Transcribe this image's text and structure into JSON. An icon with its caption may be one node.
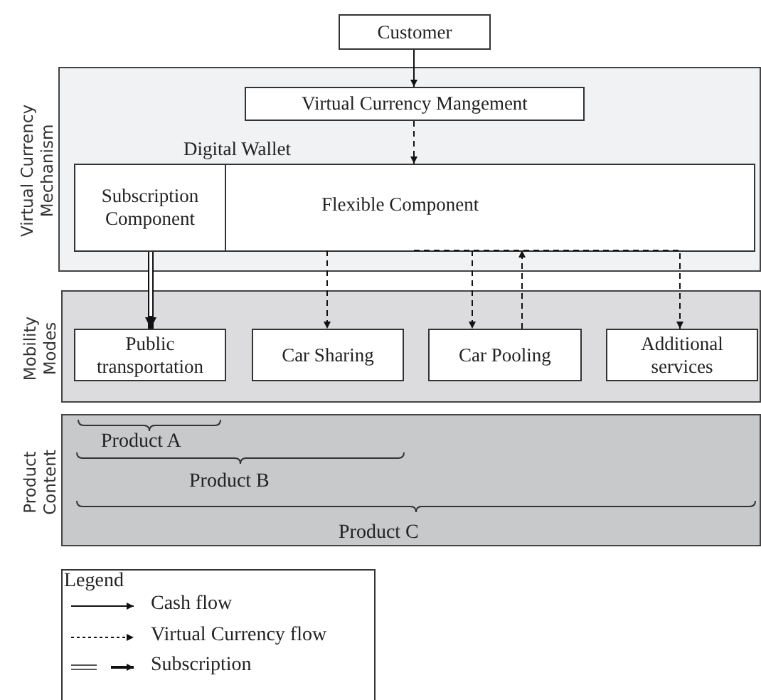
{
  "diagram": {
    "nodes": [
      {
        "text": [
          "Customer"
        ]
      },
      {
        "text": [
          "Virtual Currency Mechanism"
        ]
      },
      {
        "text": [
          "Virtual Currency Mangement"
        ],
        "in": 1
      },
      {
        "text": [
          "Digital Wallet"
        ],
        "in": 1
      },
      {
        "text": [
          "Subscription Component"
        ],
        "in": 3
      },
      {
        "text": [
          "Flexible Component"
        ],
        "in": 3
      },
      {
        "text": [
          "Mobility Modes"
        ]
      },
      {
        "text": [
          "Public transportation"
        ],
        "in": 6
      },
      {
        "text": [
          "Car Sharing"
        ],
        "in": 6
      },
      {
        "text": [
          "Car Pooling"
        ],
        "in": 6
      },
      {
        "text": [
          "Additional services"
        ],
        "in": 6
      },
      {
        "text": [
          "Product Content"
        ]
      }
    ],
    "edges": [
      {
        "from": 0,
        "to": 2,
        "arrow": "to"
      },
      {
        "from": 2,
        "to": 5,
        "arrow": "to",
        "style": "dashed"
      },
      {
        "from": 4,
        "to": 7,
        "arrow": "to",
        "style": "thick"
      },
      {
        "from": 5,
        "to": 8,
        "arrow": "to",
        "style": "dashed"
      },
      {
        "from": 5,
        "to": 9,
        "arrow": "to",
        "style": "dashed"
      },
      {
        "from": 9,
        "to": 5,
        "arrow": "to",
        "style": "dashed"
      },
      {
        "from": 5,
        "to": 10,
        "arrow": "to",
        "style": "dashed"
      }
    ],
    "labels": [
      "Product A",
      "Product B",
      "Product C",
      "Legend"
    ],
    "legend": [
      {
        "text": "Cash flow"
      },
      {
        "text": "Virtual Currency flow"
      },
      {
        "text": "Subscription"
      }
    ]
  }
}
